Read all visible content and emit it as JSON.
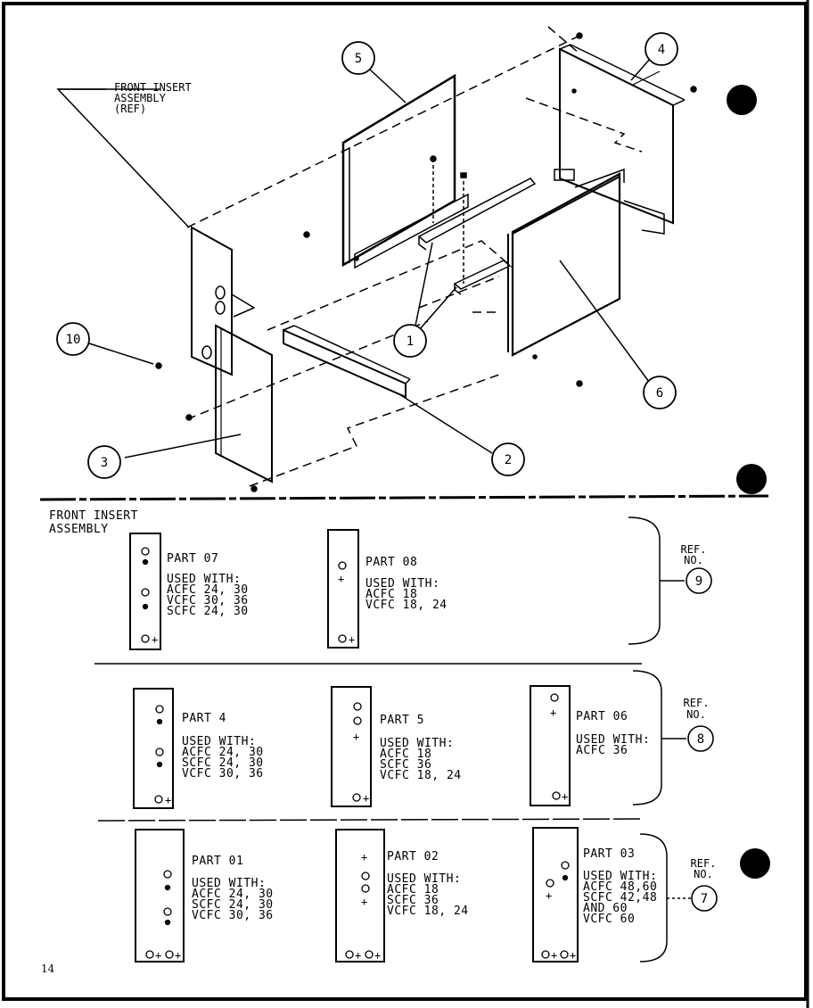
{
  "diagram": {
    "front_insert_ref": [
      "FRONT INSERT",
      "ASSEMBLY",
      "(REF)"
    ],
    "callouts": {
      "c1": "1",
      "c2": "2",
      "c3": "3",
      "c4": "4",
      "c5": "5",
      "c6": "6",
      "c10": "10"
    }
  },
  "legend": {
    "title": [
      "FRONT INSERT",
      "ASSEMBLY"
    ],
    "ref_label": [
      "REF.",
      "NO."
    ],
    "groups": [
      {
        "ref_no": "9",
        "parts": [
          {
            "name": "PART 07",
            "used": [
              "USED WITH:",
              "ACFC 24, 30",
              "VCFC 30, 36",
              "SCFC 24, 30"
            ]
          },
          {
            "name": "PART 08",
            "used": [
              "USED WITH:",
              "ACFC 18",
              "VCFC 18, 24"
            ]
          }
        ]
      },
      {
        "ref_no": "8",
        "parts": [
          {
            "name": "PART 4",
            "used": [
              "USED WITH:",
              "ACFC 24, 30",
              "SCFC 24, 30",
              "VCFC 30, 36"
            ]
          },
          {
            "name": "PART 5",
            "used": [
              "USED WITH:",
              "ACFC 18",
              "SCFC 36",
              "VCFC 18, 24"
            ]
          },
          {
            "name": "PART 06",
            "used": [
              "USED WITH:",
              "ACFC 36"
            ]
          }
        ]
      },
      {
        "ref_no": "7",
        "parts": [
          {
            "name": "PART 01",
            "used": [
              "USED WITH:",
              "ACFC 24, 30",
              "SCFC 24, 30",
              "VCFC 30, 36"
            ]
          },
          {
            "name": "PART 02",
            "used": [
              "USED WITH:",
              "ACFC 18",
              "SCFC 36",
              "VCFC 18, 24"
            ]
          },
          {
            "name": "PART 03",
            "used": [
              "USED WITH:",
              "ACFC 48,60",
              "SCFC 42,48",
              "AND 60",
              "VCFC 60"
            ]
          }
        ]
      }
    ]
  },
  "page_number": "14"
}
